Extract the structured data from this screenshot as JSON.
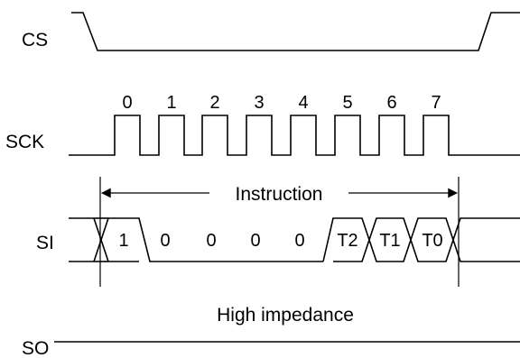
{
  "signals": {
    "cs": "CS",
    "sck": "SCK",
    "si": "SI",
    "so": "SO"
  },
  "clock_numbers": [
    "0",
    "1",
    "2",
    "3",
    "4",
    "5",
    "6",
    "7"
  ],
  "si_bits": [
    "1",
    "0",
    "0",
    "0",
    "0",
    "T2",
    "T1",
    "T0"
  ],
  "annotations": {
    "instruction": "Instruction",
    "high_impedance": "High impedance"
  }
}
